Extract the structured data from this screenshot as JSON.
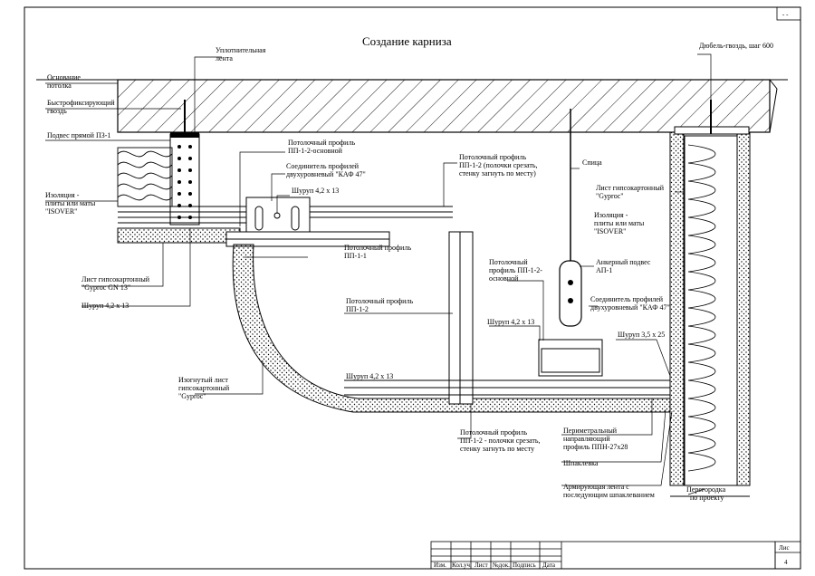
{
  "title": "Создание карниза",
  "corner_mark": "- -",
  "labels": {
    "osnovanie": [
      "Основание",
      "потолка"
    ],
    "uplot_lenta": [
      "Уплотнительная",
      "лента"
    ],
    "dubel": "Дюбель-гвоздь, шаг 600",
    "bystro": [
      "Быстрофиксирующий",
      "гвоздь"
    ],
    "podves": "Подвес прямой ПЗ-1",
    "izol_left": [
      "Изоляция -",
      "плиты или маты",
      "\"ISOVER\""
    ],
    "list_gn": [
      "Лист гипсокартонный",
      "\"Gyproc GN 13\""
    ],
    "shurup_left": "Шуруп 4,2 х 13",
    "pp_osn": [
      "Потолочный профиль",
      "ПП-1-2-основной"
    ],
    "soed_top": [
      "Соединитель профилей",
      "двухуровневый \"КАФ 47\""
    ],
    "shurup_top": "Шуруп 4,2 х 13",
    "pp_top_right": [
      "Потолочный профиль",
      "ПП-1-2 (полочки срезать,",
      "стенку загнуть по месту)"
    ],
    "spica": "Спица",
    "list_gyproc": [
      "Лист гипсокартонный",
      "\"Gyproc\""
    ],
    "izol_right": [
      "Изоляция -",
      "плиты или маты",
      "\"ISOVER\""
    ],
    "pp_11": [
      "Потолочный профиль",
      "ПП-1-1"
    ],
    "anker": [
      "Анкерный подвес",
      "АП-1"
    ],
    "pp_center": [
      "Потолочный",
      "профиль ПП-1-2-",
      "основной"
    ],
    "pp_12": [
      "Потолочный профиль",
      "ПП-1-2"
    ],
    "soed_right": [
      "Соединитель профилей",
      "двухуровневый \"КАФ 47\""
    ],
    "shurup_mid": "Шуруп 4,2 х 13",
    "shurup_35": "Шуруп 3,5 х 25",
    "izog": [
      "Изогнутый лист",
      "гипсокартонный",
      "\"Gyproc\""
    ],
    "shurup_low": "Шуруп 4,2 х 13",
    "pp_bottom": [
      "Потолочный профиль",
      "ПП-1-2 - полочки срезать,",
      "стенку загнуть по месту"
    ],
    "perim": [
      "Периметральный",
      "направляющий",
      "профиль ППН-27х28"
    ],
    "shpak": "Шпаклевка",
    "arm": [
      "Армирующая лента с",
      "последующим шпаклеванием"
    ],
    "peregorodka": [
      "Перегородка",
      "по проекту"
    ]
  },
  "title_block": {
    "columns": [
      "Изм.",
      "Кол.уч.",
      "Лист",
      "№док.",
      "Подпись",
      "Дата"
    ],
    "sheet_label": "Лис",
    "sheet_number": "4"
  }
}
